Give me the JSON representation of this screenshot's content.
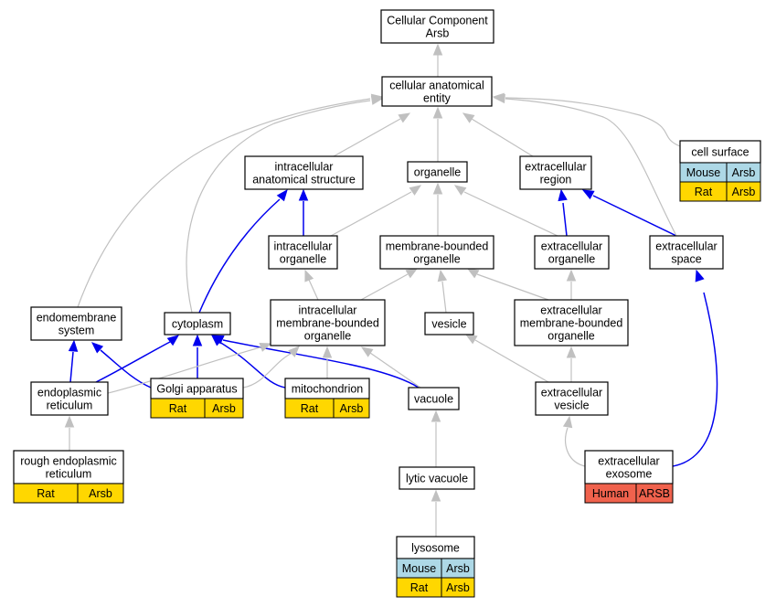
{
  "colors": {
    "mouse": "#add8e6",
    "rat": "#ffd700",
    "human": "#f0624d",
    "is_a_edge": "#c0c0c0",
    "part_of_edge": "#0000ee"
  },
  "nodes": {
    "root": [
      "Cellular Component",
      "Arsb"
    ],
    "cae": [
      "cellular anatomical",
      "entity"
    ],
    "ias": [
      "intracellular",
      "anatomical structure"
    ],
    "organelle": [
      "organelle"
    ],
    "exr": [
      "extracellular",
      "region"
    ],
    "cellsurface": [
      "cell surface"
    ],
    "io": [
      "intracellular",
      "organelle"
    ],
    "mbo": [
      "membrane-bounded",
      "organelle"
    ],
    "eo": [
      "extracellular",
      "organelle"
    ],
    "es": [
      "extracellular",
      "space"
    ],
    "ems": [
      "endomembrane",
      "system"
    ],
    "cyto": [
      "cytoplasm"
    ],
    "imbo": [
      "intracellular",
      "membrane-bounded",
      "organelle"
    ],
    "vesicle": [
      "vesicle"
    ],
    "embo": [
      "extracellular",
      "membrane-bounded",
      "organelle"
    ],
    "er": [
      "endoplasmic",
      "reticulum"
    ],
    "golgi": [
      "Golgi apparatus"
    ],
    "mito": [
      "mitochondrion"
    ],
    "vacuole": [
      "vacuole"
    ],
    "ev": [
      "extracellular",
      "vesicle"
    ],
    "rer": [
      "rough endoplasmic",
      "reticulum"
    ],
    "lytic": [
      "lytic vacuole"
    ],
    "exo": [
      "extracellular",
      "exosome"
    ],
    "lyso": [
      "lysosome"
    ]
  },
  "annotations": {
    "cellsurface": [
      [
        "Mouse",
        "Arsb"
      ],
      [
        "Rat",
        "Arsb"
      ]
    ],
    "golgi": [
      [
        "Rat",
        "Arsb"
      ]
    ],
    "mito": [
      [
        "Rat",
        "Arsb"
      ]
    ],
    "rer": [
      [
        "Rat",
        "Arsb"
      ]
    ],
    "exo": [
      [
        "Human",
        "ARSB"
      ]
    ],
    "lyso": [
      [
        "Mouse",
        "Arsb"
      ],
      [
        "Rat",
        "Arsb"
      ]
    ]
  }
}
